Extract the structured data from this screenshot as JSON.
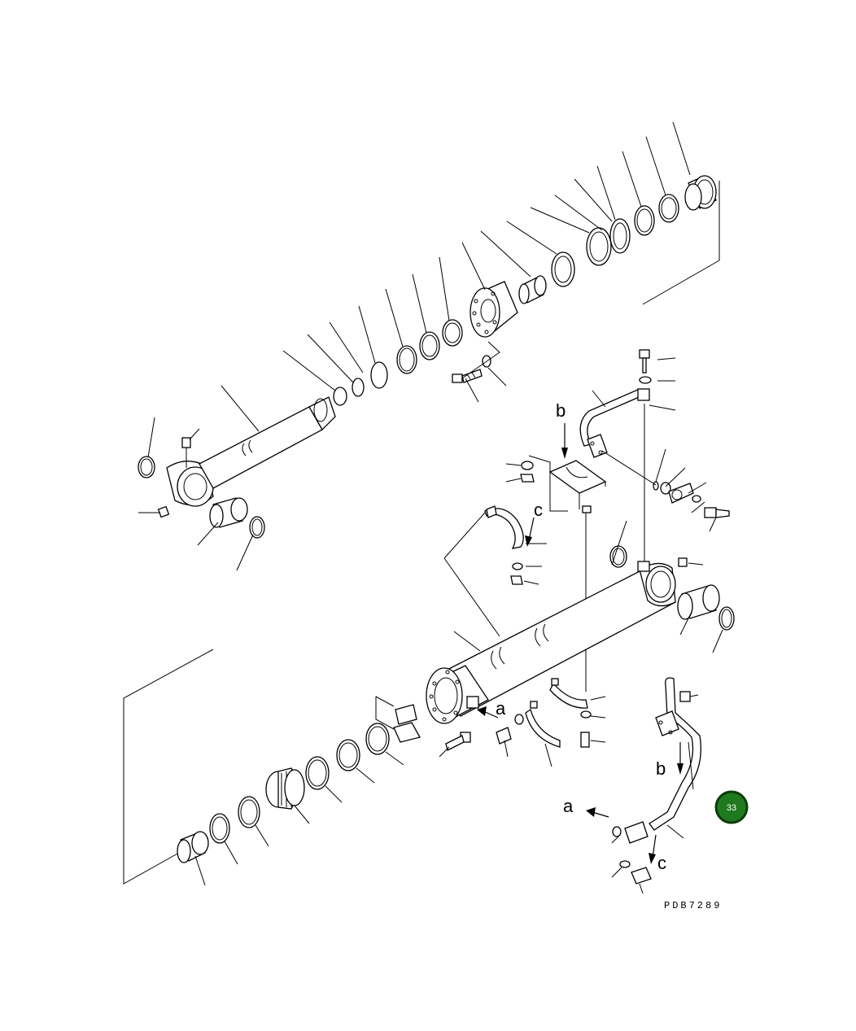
{
  "diagram": {
    "callouts": {
      "b_top": "b",
      "c_top": "c",
      "a_mid": "a",
      "b_bottom": "b",
      "a_bottom": "a",
      "c_bottom": "c"
    },
    "drawing_code": "PDB7289",
    "page_badge": {
      "number": "33",
      "color": "#1f7a1f",
      "ring_color": "#0b3d0b"
    }
  }
}
